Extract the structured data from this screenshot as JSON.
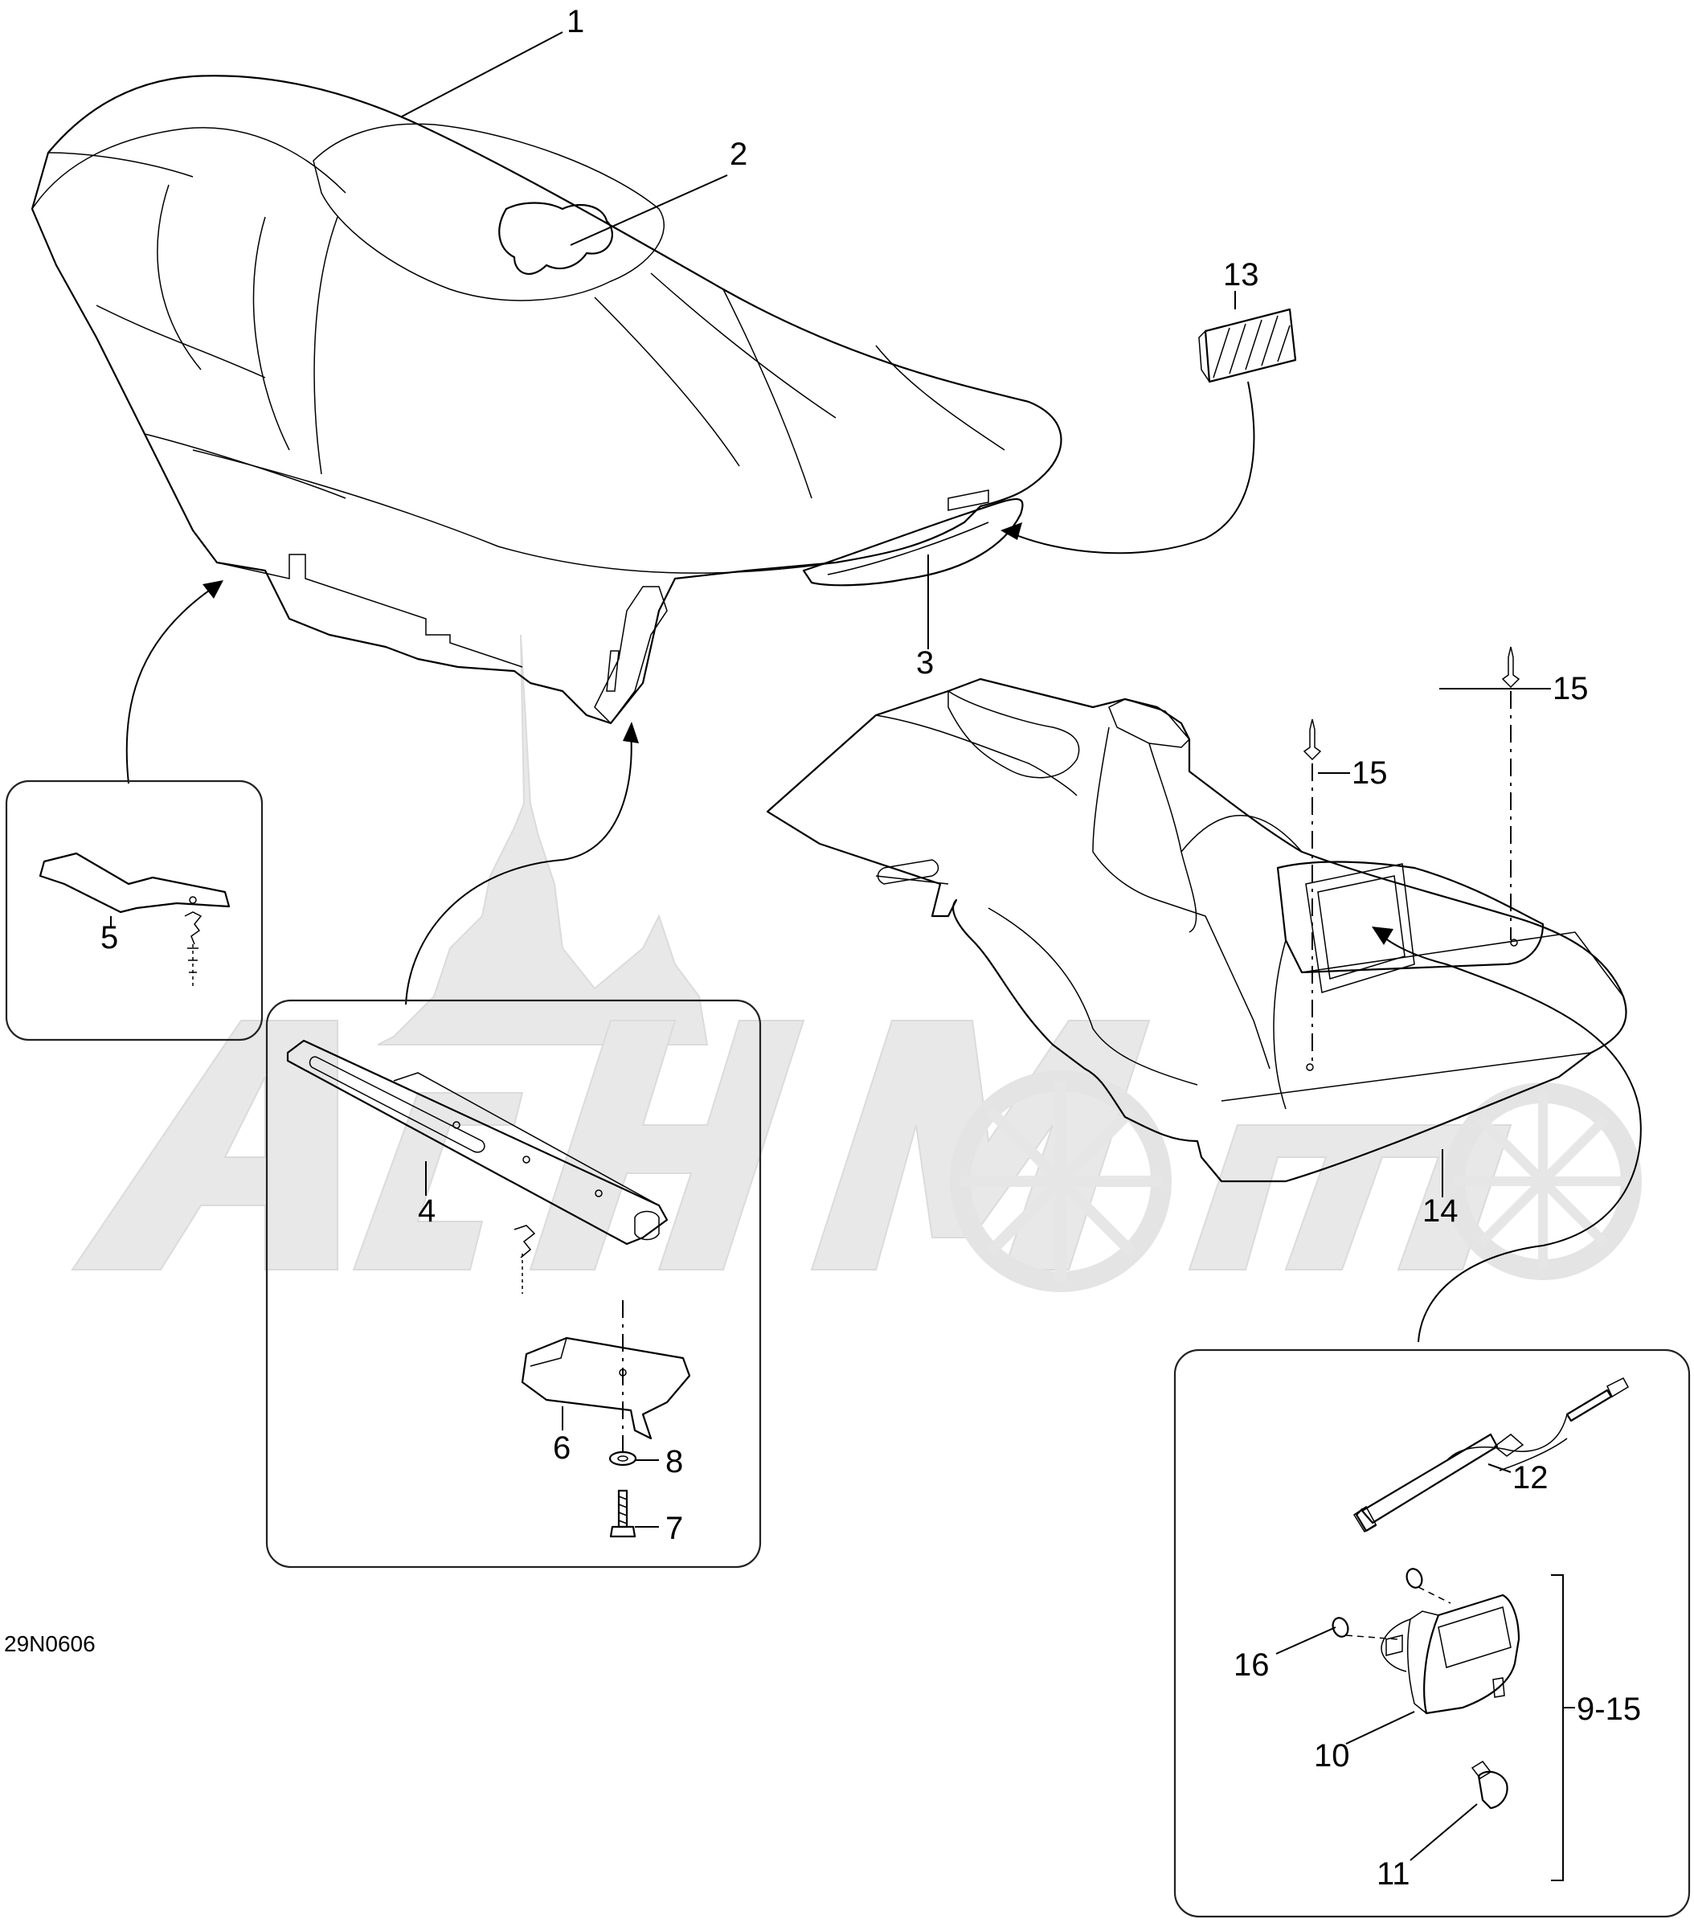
{
  "diagram": {
    "drawing_code": "29N0606",
    "watermark_text": "ACHMoMo",
    "part_callouts": [
      "1",
      "2",
      "3",
      "4",
      "5",
      "6",
      "7",
      "8",
      "10",
      "11",
      "12",
      "13",
      "14",
      "15",
      "15",
      "16"
    ],
    "group_callout": "9-15"
  }
}
